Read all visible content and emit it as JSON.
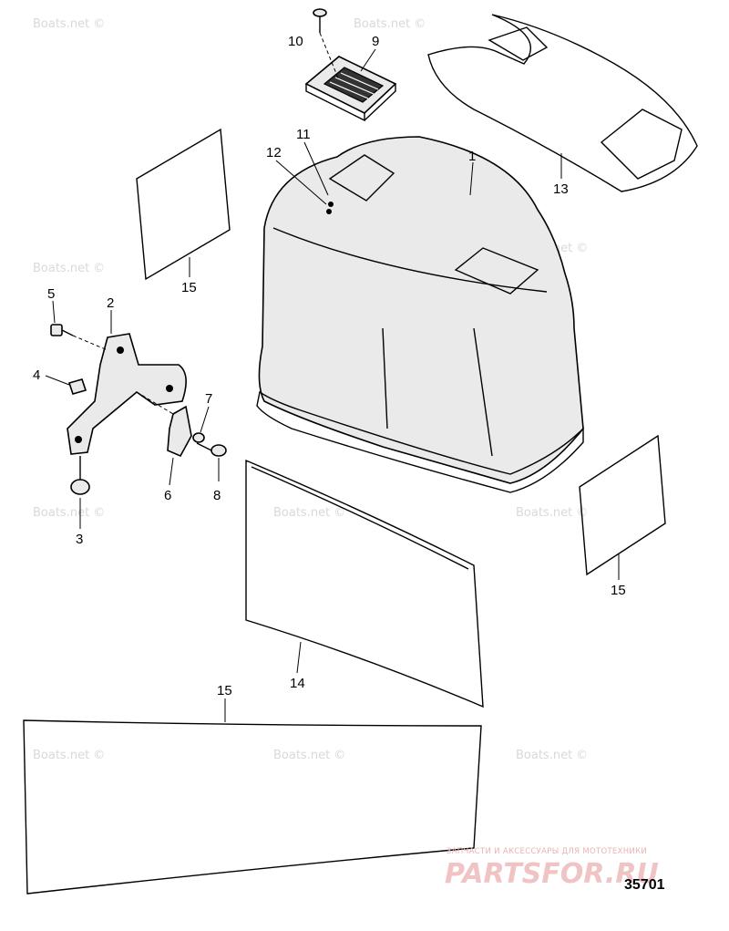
{
  "callouts": {
    "c1": "1",
    "c2": "2",
    "c3": "3",
    "c4": "4",
    "c5": "5",
    "c6": "6",
    "c7": "7",
    "c8": "8",
    "c9": "9",
    "c10": "10",
    "c11": "11",
    "c12": "12",
    "c13": "13",
    "c14": "14",
    "c15a": "15",
    "c15b": "15",
    "c15c": "15"
  },
  "watermark": "Boats.net ©",
  "figure_number": "35701",
  "ad": {
    "tagline": "ЗАПЧАСТИ И АКСЕССУАРЫ ДЛЯ МОТОТЕХНИКИ",
    "logo": "PARTSFOR.RU"
  }
}
